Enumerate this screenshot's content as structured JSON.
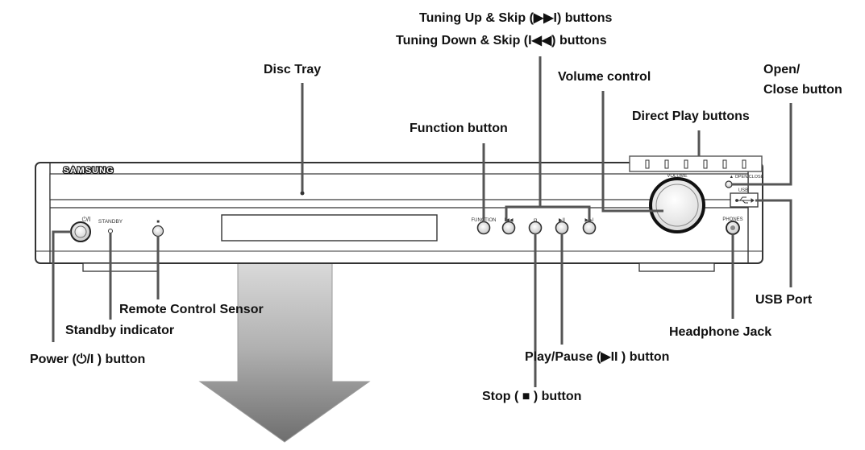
{
  "device": {
    "brand": "SAMSUNG",
    "panel": {
      "power_symbol": "⏻/I",
      "standby": "STANDBY",
      "sensor_mark": "■",
      "function": "FUNCTION",
      "skip_back_mark": "I◀◀",
      "stop_mark": "◘",
      "play_mark": "▶II",
      "skip_fwd_mark": "▶▶I",
      "volume": "VOLUME",
      "open_close": "▲ OPEN/CLOSE",
      "usb": "USB",
      "usb_icon": "usb-icon",
      "phones": "PHONES"
    }
  },
  "labels": {
    "tuning_up": "Tuning Up & Skip (▶▶I) buttons",
    "tuning_down": "Tuning Down & Skip (I◀◀) buttons",
    "disc_tray": "Disc Tray",
    "volume_control": "Volume control",
    "open_close_1": "Open/",
    "open_close_2": "Close button",
    "direct_play": "Direct Play buttons",
    "function_button": "Function button",
    "remote_sensor": "Remote Control Sensor",
    "standby_indicator": "Standby indicator",
    "power_button": "Power (⏻/I ) button",
    "usb_port": "USB Port",
    "headphone_jack": "Headphone Jack",
    "play_pause": "Play/Pause (▶II ) button",
    "stop_button": "Stop ( ■ ) button"
  },
  "colors": {
    "outline": "#333333",
    "leader": "#555555",
    "arrow_top": "#c8c8c8",
    "arrow_bottom": "#777777"
  }
}
